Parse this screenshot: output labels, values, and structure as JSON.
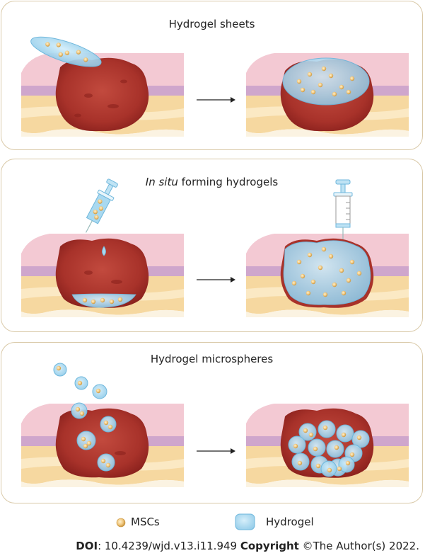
{
  "panels": [
    {
      "title": "Hydrogel sheets",
      "title_em": "",
      "title_rest": ""
    },
    {
      "title": "",
      "title_em": "In situ",
      "title_rest": " forming hydrogels"
    },
    {
      "title": "Hydrogel microspheres",
      "title_em": "",
      "title_rest": ""
    }
  ],
  "legend": {
    "mscs_label": "MSCs",
    "hydrogel_label": "Hydrogel"
  },
  "footer": {
    "doi_key": "DOI",
    "doi_value": ": 10.4239/wjd.v13.i11.949 ",
    "copyright_key": "Copyright",
    "copyright_value": " ©The Author(s) 2022."
  },
  "colors": {
    "skin_top": "#f3c9d3",
    "dermis_band": "#cfa6cc",
    "fat_layer": "#f6d8a0",
    "fat_light": "#fbe9c4",
    "wound": "#a8322a",
    "wound_dark": "#8a211d",
    "hydrogel": "#a9d9f0",
    "hydrogel_edge": "#6fb7dc",
    "msc": "#e9c07a",
    "panel_border": "#d9c9a8"
  }
}
